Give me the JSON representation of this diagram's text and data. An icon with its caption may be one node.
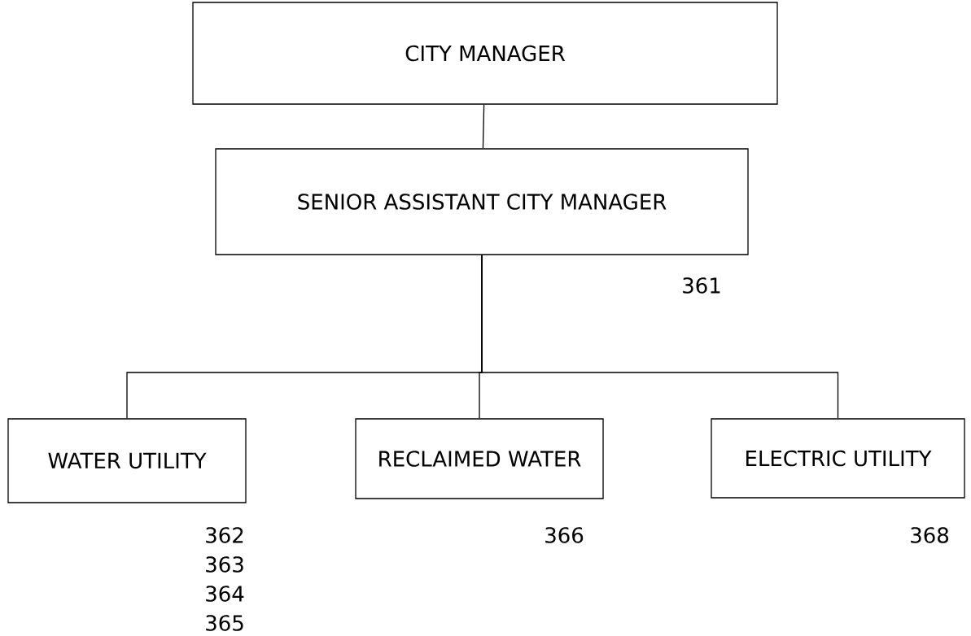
{
  "diagram": {
    "nodes": [
      {
        "text": [
          "CITY MANAGER"
        ]
      },
      {
        "text": [
          "SENIOR ASSISTANT CITY MANAGER"
        ],
        "beside": [
          "361"
        ]
      },
      {
        "text": [
          "WATER UTILITY"
        ],
        "beside": [
          "362",
          "363",
          "364",
          "365"
        ]
      },
      {
        "text": [
          "RECLAIMED WATER"
        ],
        "beside": [
          "366"
        ]
      },
      {
        "text": [
          "ELECTRIC UTILITY"
        ],
        "beside": [
          "368"
        ]
      }
    ],
    "edges": [
      {
        "from": 0,
        "to": 1,
        "arrow": "none"
      },
      {
        "from": 1,
        "to": 2,
        "arrow": "none"
      },
      {
        "from": 1,
        "to": 3,
        "arrow": "none"
      },
      {
        "from": 1,
        "to": 4,
        "arrow": "none"
      }
    ]
  }
}
